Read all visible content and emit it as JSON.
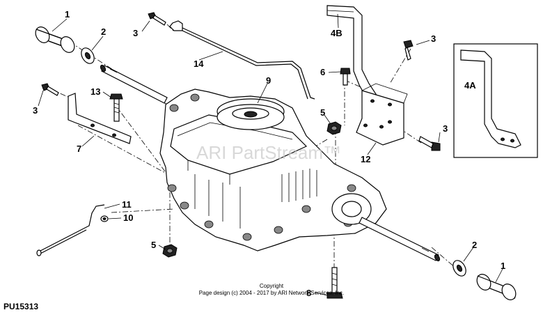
{
  "diagram": {
    "code": "PU15313",
    "watermark": "ARI PartStream™",
    "copyright_line1": "Copyright",
    "copyright_line2": "Page design (c) 2004 - 2017 by ARI Network Services, Inc.",
    "callouts": {
      "c1_top": "1",
      "c2_top": "2",
      "c3_topleft": "3",
      "c14": "14",
      "c9": "9",
      "c13": "13",
      "c3_left": "3",
      "c7": "7",
      "c4b": "4B",
      "c3_topright": "3",
      "c6": "6",
      "c5_mid": "5",
      "c3_right": "3",
      "c12": "12",
      "c4a": "4A",
      "c11": "11",
      "c10": "10",
      "c5_bottom": "5",
      "c8": "8",
      "c2_bottom": "2",
      "c1_bottom": "1"
    }
  }
}
